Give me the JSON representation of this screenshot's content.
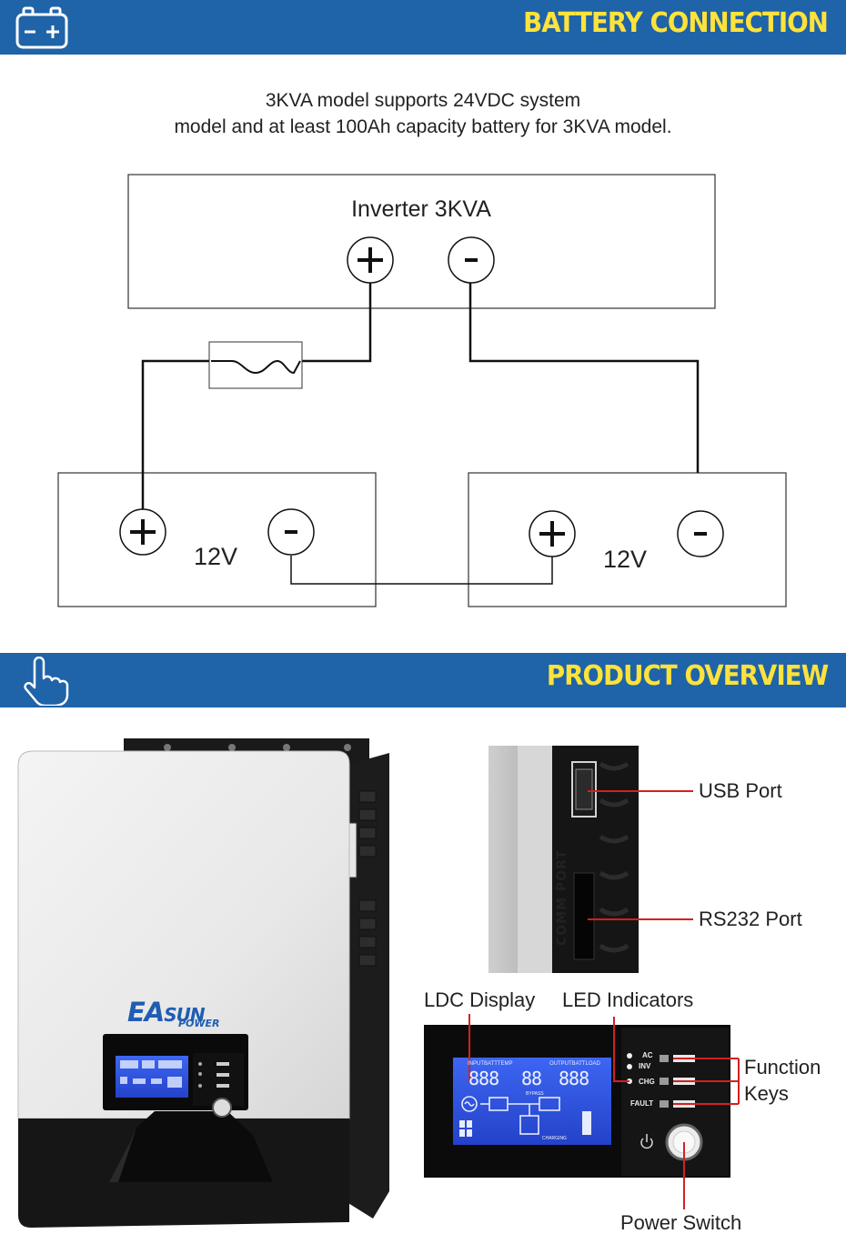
{
  "battery_section": {
    "title": "BATTERY CONNECTION",
    "icon": "battery-icon",
    "intro_line1": "3KVA model supports 24VDC system",
    "intro_line2": "model and at least 100Ah capacity battery for 3KVA model.",
    "inverter_label": "Inverter 3KVA",
    "battery1_label": "12V",
    "battery2_label": "12V",
    "plus_symbol": "+",
    "minus_symbol": "-"
  },
  "overview_section": {
    "title": "PRODUCT OVERVIEW",
    "icon": "hand-pointer-icon",
    "brand_part1": "EA",
    "brand_part2": "SUN",
    "brand_sub": "POWER",
    "comm_port_label": "COMM PORT",
    "usb_port_label": "USB Port",
    "rs232_port_label": "RS232 Port",
    "ldc_display_label": "LDC Display",
    "led_indicators_label": "LED Indicators",
    "function_keys_line1": "Function",
    "function_keys_line2": "Keys",
    "power_switch_label": "Power Switch",
    "indicator_ac": "AC",
    "indicator_inv": "INV",
    "indicator_chg": "CHG",
    "indicator_fault": "FAULT",
    "lcd_header_left": "INPUTBATTTEMP",
    "lcd_header_right": "OUTPUTBATTLOAD",
    "lcd_digits_left": "888",
    "lcd_digits_mid": "88",
    "lcd_digits_right": "888",
    "lcd_bypass": "BYPASS",
    "lcd_charging": "CHARGING"
  },
  "colors": {
    "banner_blue": "#1f63a8",
    "banner_title_yellow": "#ffe23a",
    "lcd_blue": "#2f4fe0",
    "callout_red": "#d42020"
  }
}
